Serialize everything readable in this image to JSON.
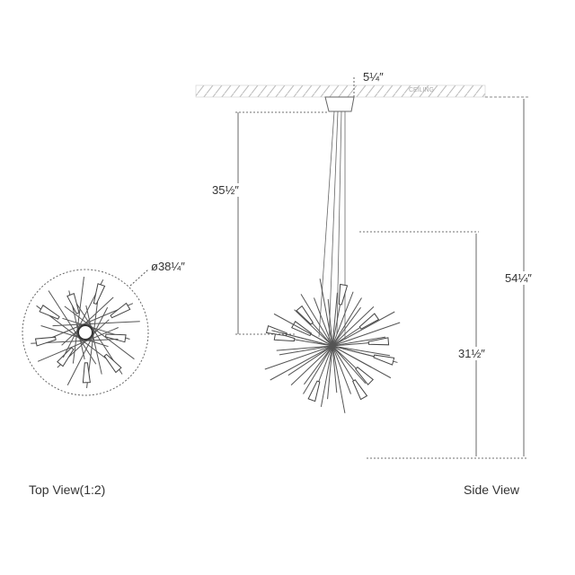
{
  "dimensions": {
    "canopy_height": "5¼″",
    "drop_to_fixture": "35½″",
    "overall_height": "54¼″",
    "fixture_height": "31½″",
    "diameter": "ø38¼″"
  },
  "ceiling_label": "CEILING",
  "captions": {
    "top_view": "Top View(1:2)",
    "side_view": "Side View"
  },
  "colors": {
    "line": "#555555",
    "hatch": "#bbbbbb"
  }
}
